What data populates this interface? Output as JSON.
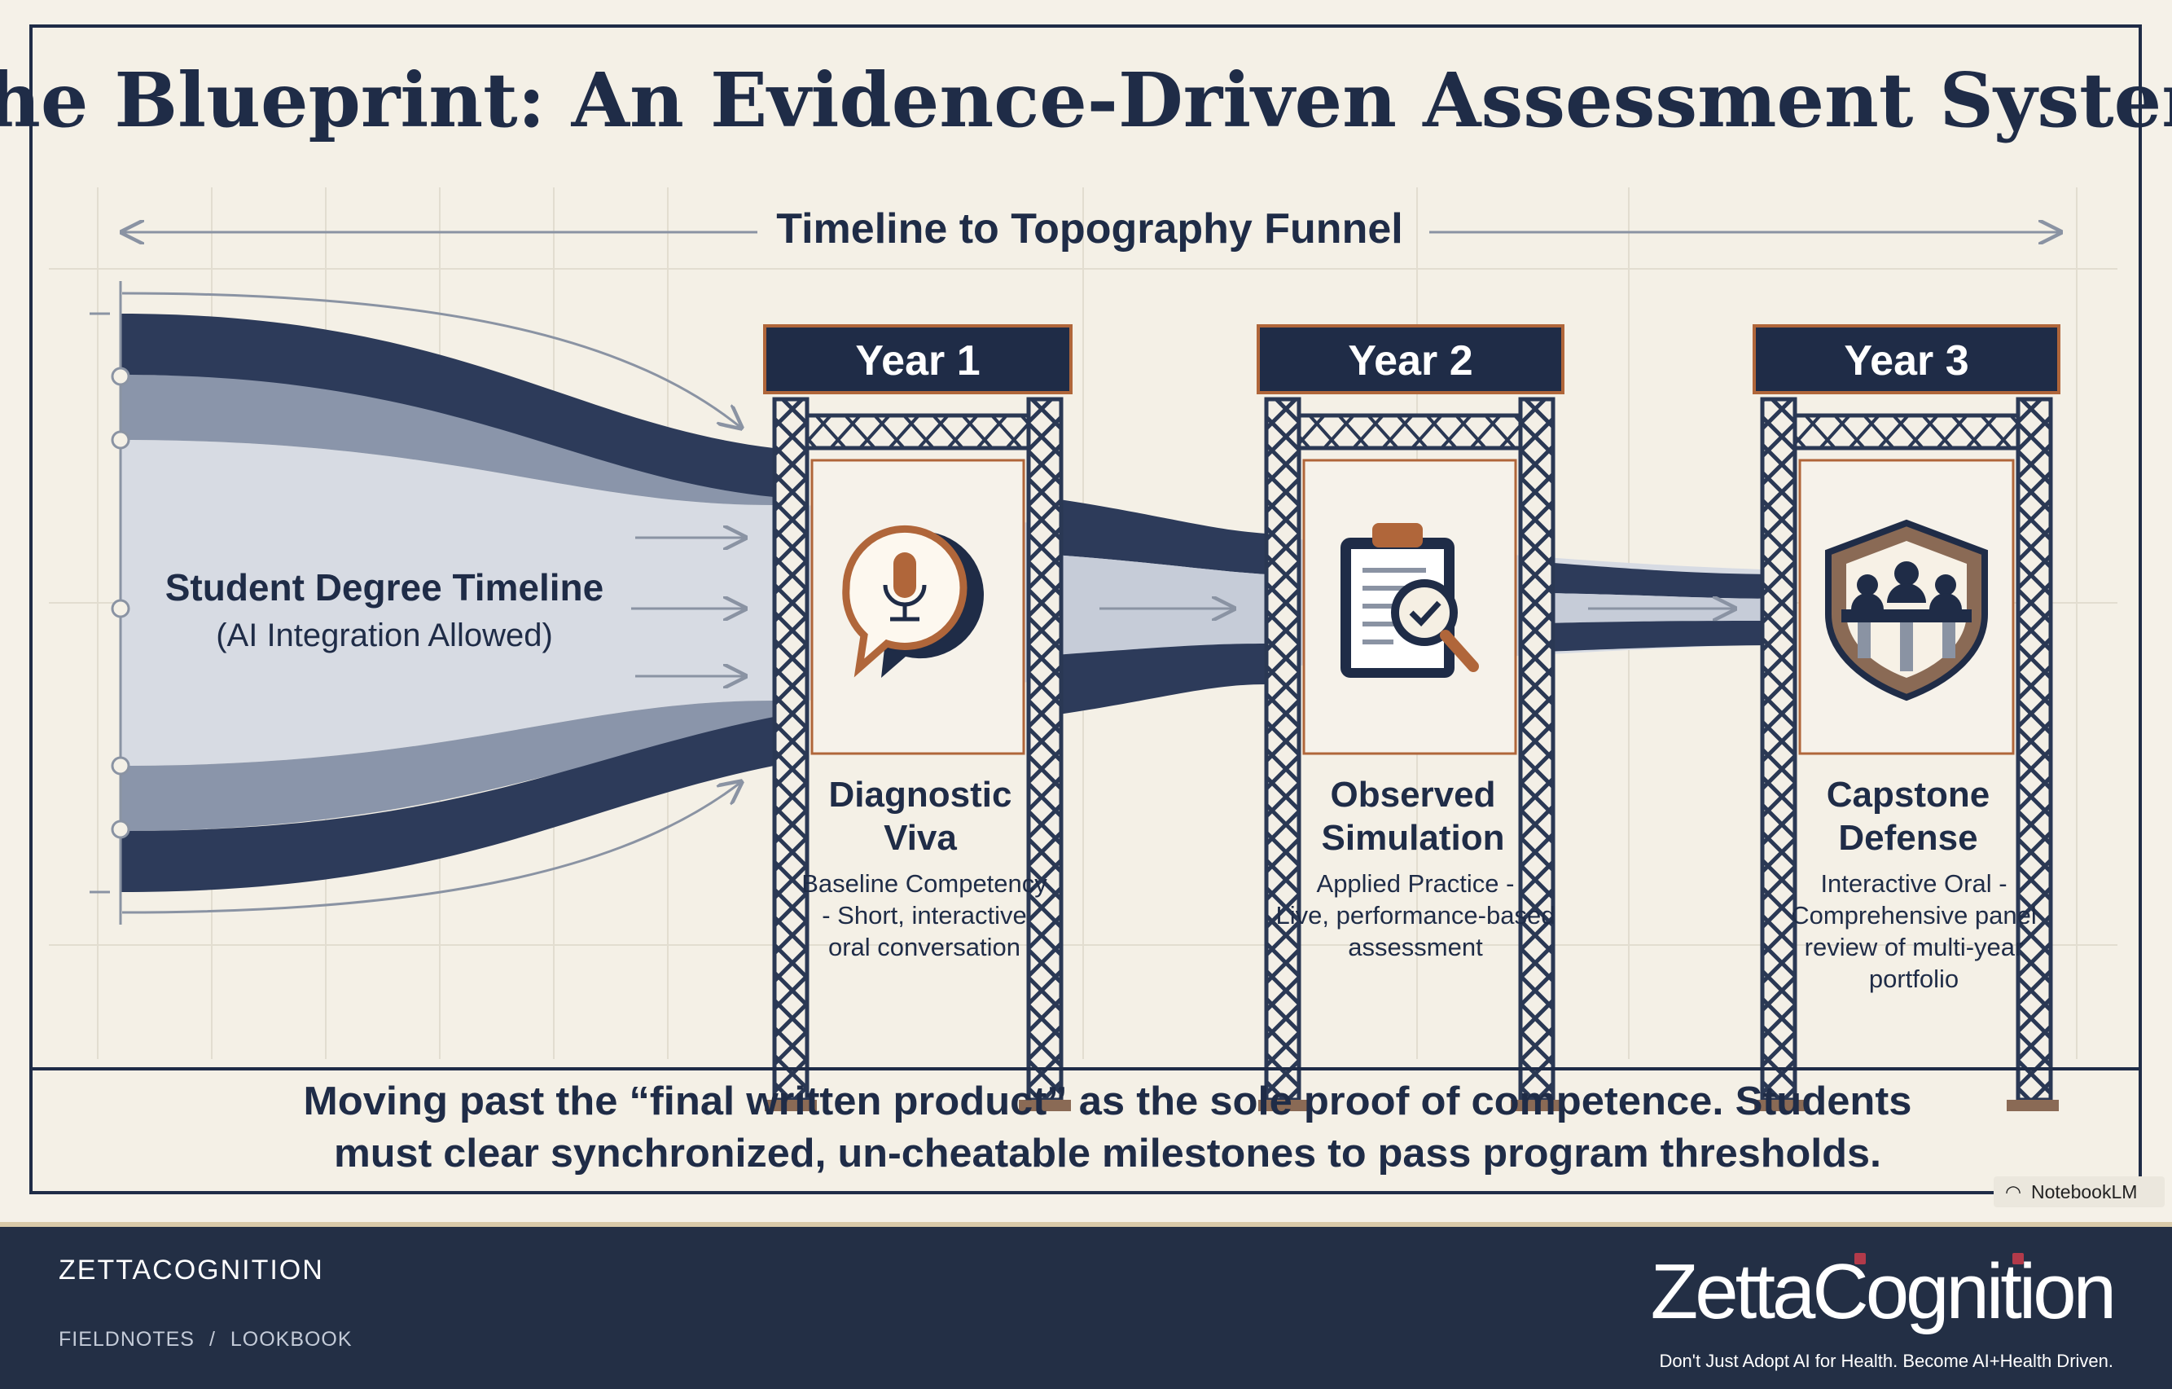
{
  "title": "The Blueprint: An Evidence-Driven Assessment System",
  "funnel_label": "Timeline to Topography Funnel",
  "timeline": {
    "label": "Student Degree Timeline",
    "sublabel": "(AI Integration Allowed)"
  },
  "stages": [
    {
      "year": "Year 1",
      "name_line1": "Diagnostic",
      "name_line2": "Viva",
      "desc": [
        "Baseline Competency",
        "- Short, interactive",
        "oral conversation"
      ],
      "icon": "microphone-speech-bubble-icon"
    },
    {
      "year": "Year 2",
      "name_line1": "Observed",
      "name_line2": "Simulation",
      "desc": [
        "Applied Practice -",
        "Live, performance-based",
        "assessment"
      ],
      "icon": "clipboard-magnifier-icon"
    },
    {
      "year": "Year 3",
      "name_line1": "Capstone",
      "name_line2": "Defense",
      "desc": [
        "Interactive Oral -",
        "Comprehensive panel",
        "review of multi-year",
        "portfolio"
      ],
      "icon": "shield-panel-icon"
    }
  ],
  "caption": {
    "line1": "Moving past the “final written product” as the sole proof of competence. Students",
    "line2": "must clear synchronized, un-cheatable milestones to pass program thresholds."
  },
  "watermark": "NotebookLM",
  "footer": {
    "brand": "ZETTACOGNITION",
    "breadcrumb": [
      "FIELDNOTES",
      "/",
      "LOOKBOOK"
    ],
    "logo_text": "ZettaCognition",
    "tagline": "Don't Just Adopt AI for Health. Become AI+Health Driven."
  },
  "colors": {
    "navy": "#1f2c47",
    "cream": "#f5f1e8",
    "accent": "#b0663a",
    "footer": "#232f45"
  }
}
